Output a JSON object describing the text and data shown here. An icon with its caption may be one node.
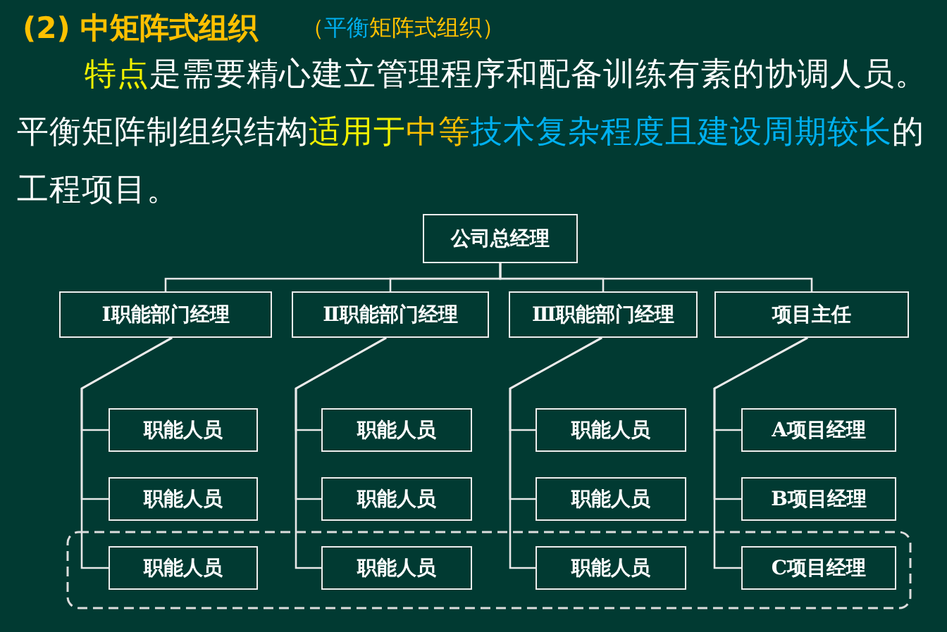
{
  "diagram": {
    "title": "(2) 中矩阵式组织",
    "nodes": [
      {
        "text": [
          "公司总经理"
        ]
      },
      {
        "text": [
          "Ⅰ职能部门经理"
        ]
      },
      {
        "text": [
          "Ⅱ职能部门经理"
        ]
      },
      {
        "text": [
          "Ⅲ职能部门经理"
        ]
      },
      {
        "text": [
          "项目主任"
        ]
      },
      {
        "text": [],
        "shape": "box"
      },
      {
        "text": [
          "职能人员"
        ]
      },
      {
        "text": [
          "职能人员"
        ]
      },
      {
        "text": [
          "职能人员"
        ],
        "in": 5
      },
      {
        "text": [
          "职能人员"
        ]
      },
      {
        "text": [
          "职能人员"
        ]
      },
      {
        "text": [
          "职能人员"
        ],
        "in": 5
      },
      {
        "text": [
          "职能人员"
        ]
      },
      {
        "text": [
          "职能人员"
        ]
      },
      {
        "text": [
          "职能人员"
        ],
        "in": 5
      },
      {
        "text": [
          "A项目经理"
        ]
      },
      {
        "text": [
          "B项目经理"
        ]
      },
      {
        "text": [
          "C项目经理"
        ],
        "in": 5
      }
    ],
    "edges": [
      {
        "from": 0,
        "to": 1,
        "arrow": "none"
      },
      {
        "from": 0,
        "to": 2,
        "arrow": "none"
      },
      {
        "from": 0,
        "to": 3,
        "arrow": "none"
      },
      {
        "from": 0,
        "to": 4,
        "arrow": "none"
      },
      {
        "from": 1,
        "to": 6,
        "arrow": "none"
      },
      {
        "from": 1,
        "to": 7,
        "arrow": "none"
      },
      {
        "from": 1,
        "to": 8,
        "arrow": "none"
      },
      {
        "from": 2,
        "to": 9,
        "arrow": "none"
      },
      {
        "from": 2,
        "to": 10,
        "arrow": "none"
      },
      {
        "from": 2,
        "to": 11,
        "arrow": "none"
      },
      {
        "from": 3,
        "to": 12,
        "arrow": "none"
      },
      {
        "from": 3,
        "to": 13,
        "arrow": "none"
      },
      {
        "from": 3,
        "to": 14,
        "arrow": "none"
      },
      {
        "from": 4,
        "to": 15,
        "arrow": "none"
      },
      {
        "from": 4,
        "to": 16,
        "arrow": "none"
      },
      {
        "from": 4,
        "to": 17,
        "arrow": "none"
      }
    ],
    "labels": [
      "（平衡矩阵式组织）",
      "特点是需要精心建立管理程序和配备训练有素的协调人员。平衡矩阵制组织结构适用于中等技术复杂程度且建设周期较长的工程项目。"
    ]
  }
}
